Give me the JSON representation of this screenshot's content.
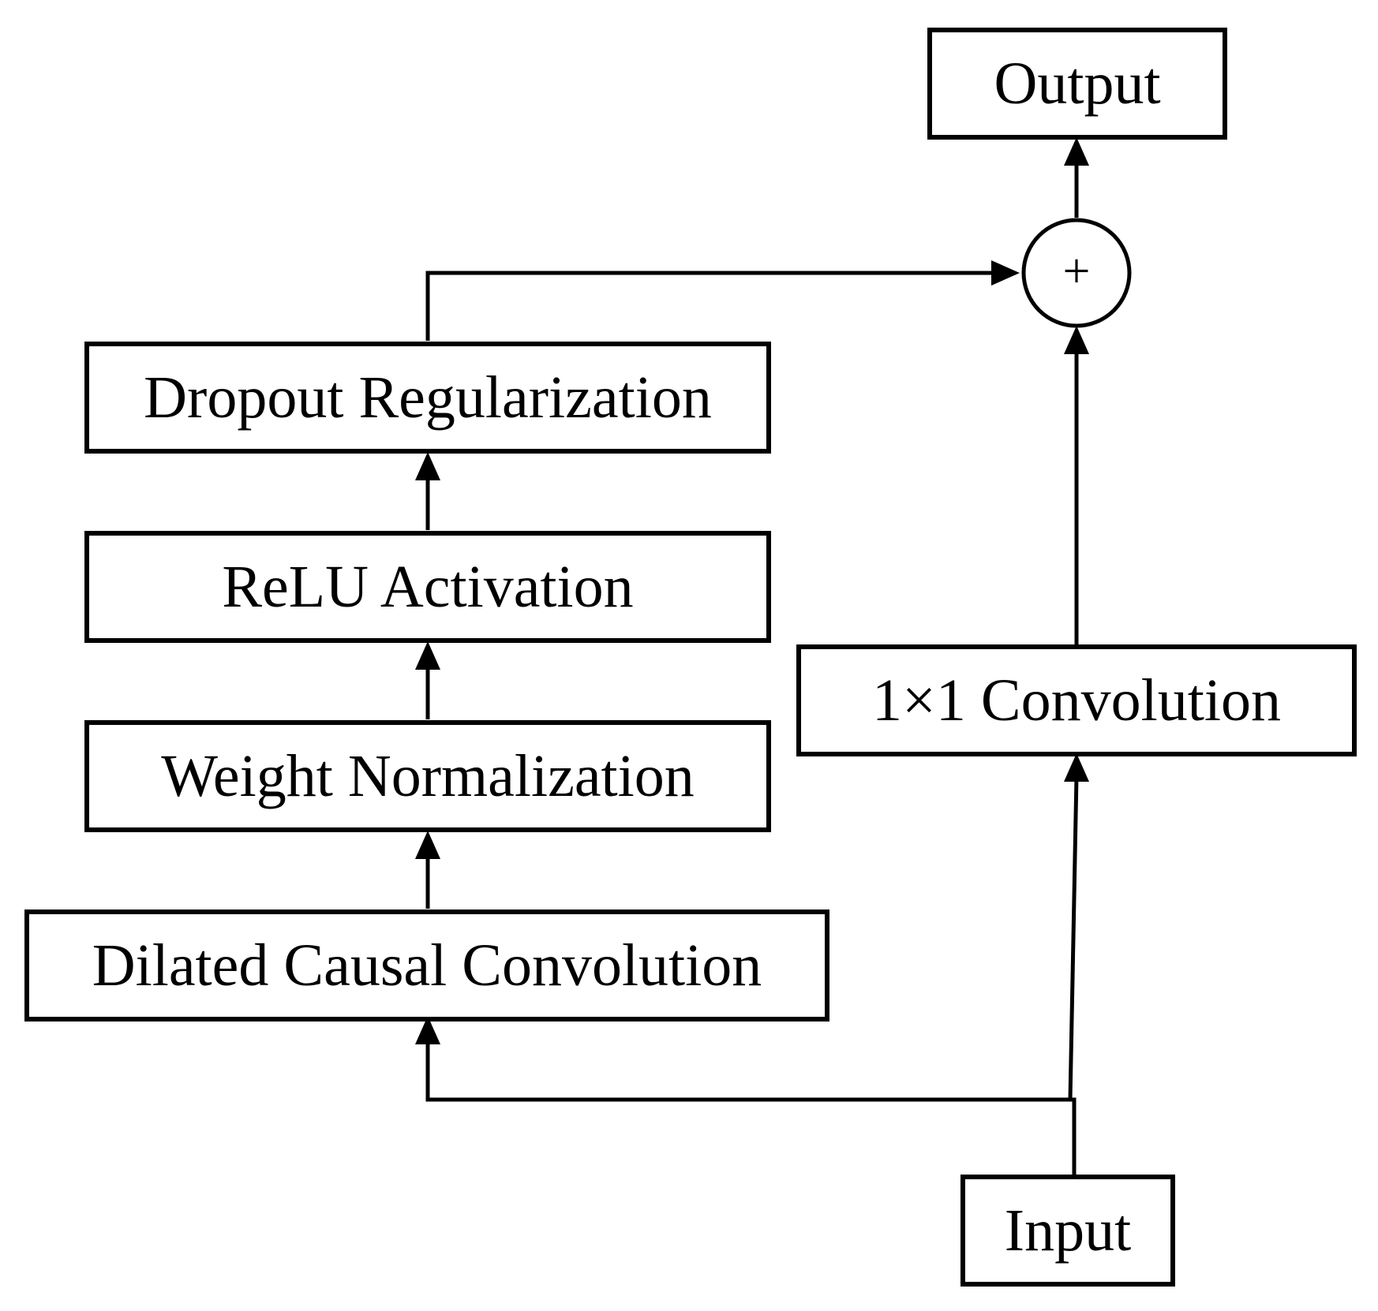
{
  "diagram": {
    "colors": {
      "stroke": "#000000",
      "fill": "#ffffff"
    },
    "nodes": {
      "output": {
        "label": "Output"
      },
      "sum": {
        "label": "+"
      },
      "dropout": {
        "label": "Dropout Regularization"
      },
      "relu": {
        "label": "ReLU Activation"
      },
      "weight_norm": {
        "label": "Weight Normalization"
      },
      "dilated_conv": {
        "label": "Dilated Causal Convolution"
      },
      "conv1x1": {
        "label": "1×1 Convolution"
      },
      "input": {
        "label": "Input"
      }
    },
    "edges": [
      {
        "from": "input",
        "to": "dilated_conv"
      },
      {
        "from": "input",
        "to": "conv1x1"
      },
      {
        "from": "dilated_conv",
        "to": "weight_norm"
      },
      {
        "from": "weight_norm",
        "to": "relu"
      },
      {
        "from": "relu",
        "to": "dropout"
      },
      {
        "from": "dropout",
        "to": "sum"
      },
      {
        "from": "conv1x1",
        "to": "sum"
      },
      {
        "from": "sum",
        "to": "output"
      }
    ]
  }
}
